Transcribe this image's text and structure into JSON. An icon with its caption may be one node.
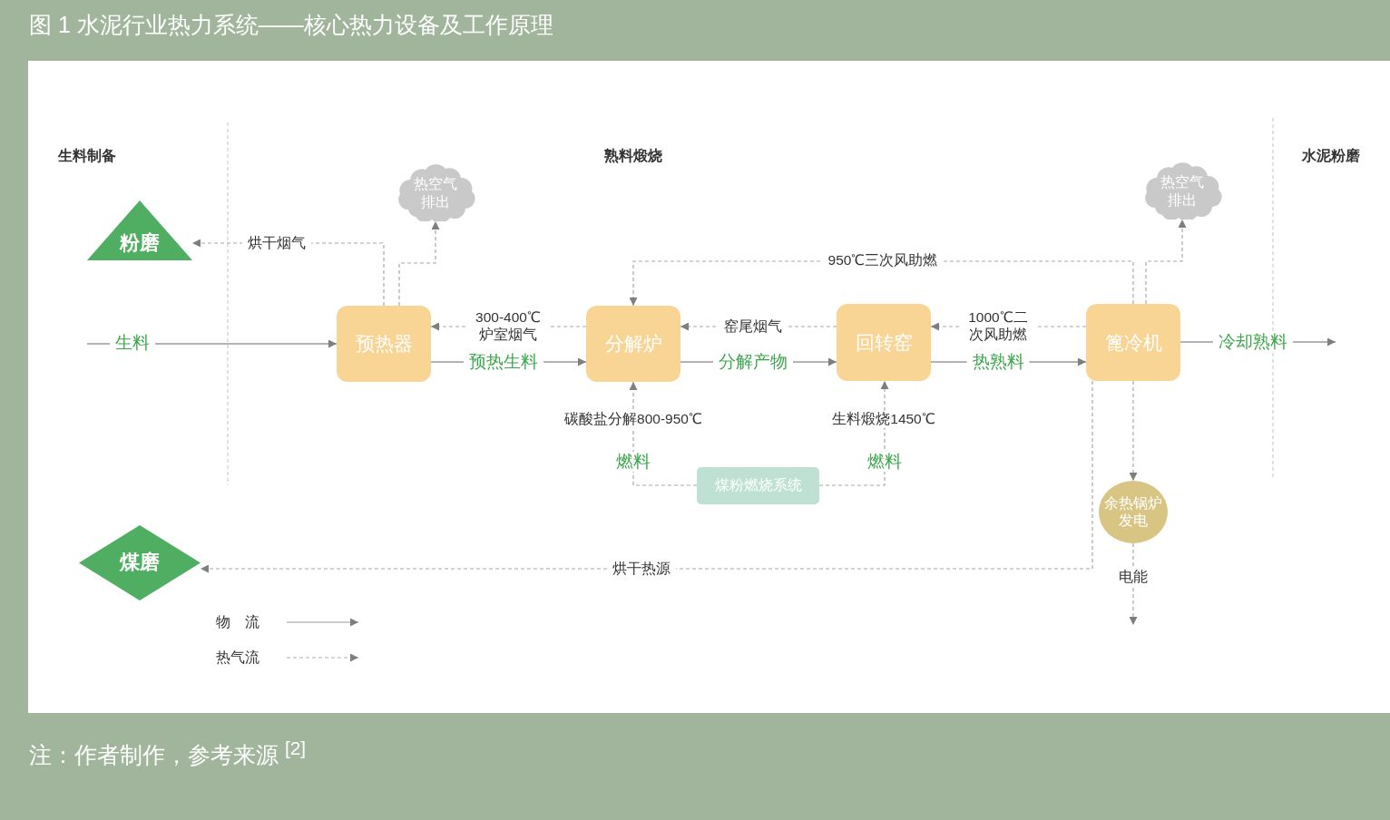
{
  "diagram": {
    "title": "图 1 水泥行业热力系统——核心热力设备及工作原理",
    "caption": "注：作者制作，参考来源 $^{[2]}$",
    "nodes": [
      {
        "text": [
          "粉磨"
        ]
      },
      {
        "text": [
          "预热器"
        ]
      },
      {
        "text": [
          "分解炉"
        ],
        "beside": [
          "碳酸盐分解800-950℃"
        ]
      },
      {
        "text": [
          "回转窑"
        ],
        "beside": [
          "生料煅烧1450℃"
        ]
      },
      {
        "text": [
          "篦冷机"
        ]
      },
      {
        "text": [
          "热空气排出"
        ]
      },
      {
        "text": [
          "热空气排出"
        ]
      },
      {
        "text": [
          "煤粉燃烧系统"
        ]
      },
      {
        "text": [
          "余热锅炉发电"
        ]
      },
      {
        "text": [
          "煤磨"
        ]
      }
    ],
    "edges": [
      {
        "from": 1,
        "to": 0,
        "arrow": "to",
        "style": "dashed",
        "label": "烘干烟气"
      },
      {
        "from": 1,
        "to": 5,
        "arrow": "to",
        "style": "dashed"
      },
      {
        "from": null,
        "to": 1,
        "arrow": "to",
        "label": "生料"
      },
      {
        "from": 2,
        "to": 1,
        "arrow": "to",
        "style": "dashed",
        "label": "300-400℃炉室烟气"
      },
      {
        "from": 1,
        "to": 2,
        "arrow": "to",
        "label": "预热生料"
      },
      {
        "from": 3,
        "to": 2,
        "arrow": "to",
        "style": "dashed",
        "label": "窑尾烟气"
      },
      {
        "from": 2,
        "to": 3,
        "arrow": "to",
        "label": "分解产物"
      },
      {
        "from": 4,
        "to": 3,
        "arrow": "to",
        "style": "dashed",
        "label": "1000℃二次风助燃"
      },
      {
        "from": 3,
        "to": 4,
        "arrow": "to",
        "label": "热熟料"
      },
      {
        "from": 4,
        "to": 2,
        "arrow": "to",
        "style": "dashed",
        "label": "950℃三次风助燃"
      },
      {
        "from": 4,
        "to": 6,
        "arrow": "to",
        "style": "dashed"
      },
      {
        "from": 4,
        "to": null,
        "arrow": "to",
        "label": "冷却熟料"
      },
      {
        "from": 7,
        "to": 2,
        "arrow": "to",
        "style": "dashed",
        "label": "燃料"
      },
      {
        "from": 7,
        "to": 3,
        "arrow": "to",
        "style": "dashed",
        "label": "燃料"
      },
      {
        "from": 4,
        "to": 8,
        "arrow": "to",
        "style": "dashed"
      },
      {
        "from": 8,
        "to": null,
        "arrow": "to",
        "style": "dashed",
        "label": "电能"
      },
      {
        "from": 4,
        "to": 9,
        "arrow": "to",
        "style": "dashed",
        "label": "烘干热源"
      }
    ],
    "labels": [
      "生料制备",
      "熟料煅烧",
      "水泥粉磨"
    ],
    "legend": [
      {
        "text": "物　流"
      },
      {
        "text": "热气流"
      }
    ]
  }
}
